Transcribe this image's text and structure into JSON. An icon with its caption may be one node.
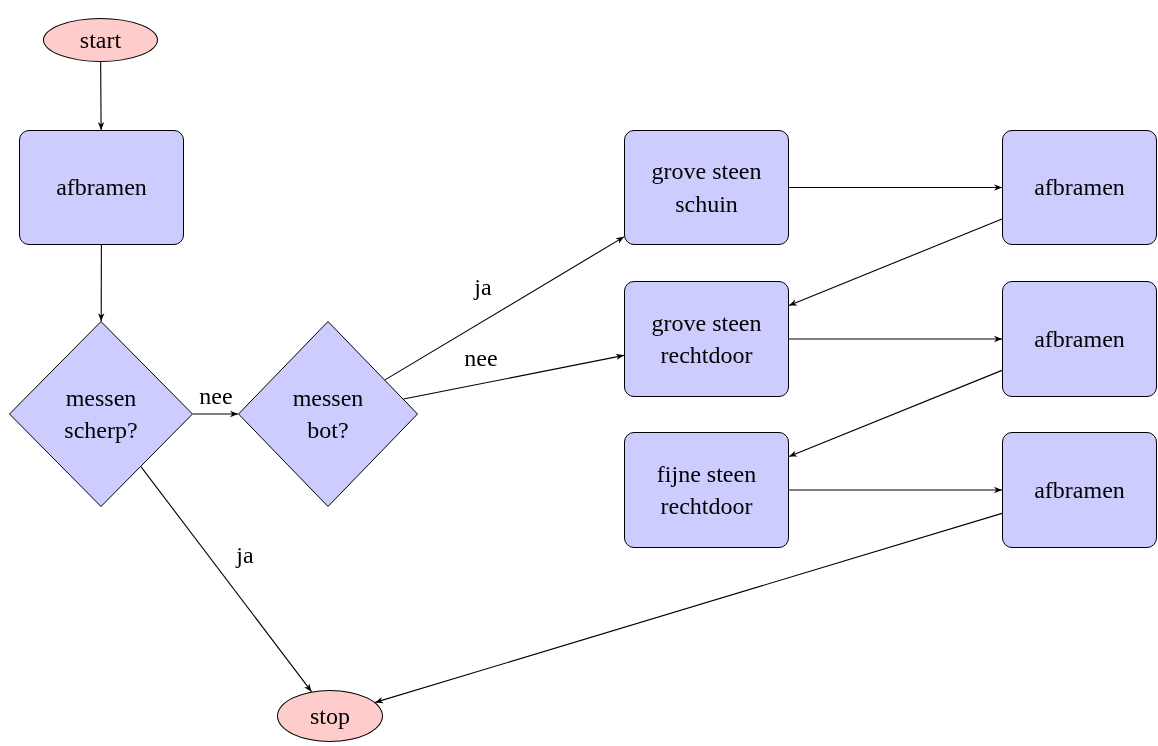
{
  "diagram": {
    "nodes": [
      {
        "text": [
          "start"
        ]
      },
      {
        "text": [
          "afbramen"
        ]
      },
      {
        "text": [
          "messen scherp?"
        ]
      },
      {
        "text": [
          "messen bot?"
        ]
      },
      {
        "text": [
          "grove steen schuin"
        ]
      },
      {
        "text": [
          "afbramen"
        ]
      },
      {
        "text": [
          "grove steen rechtdoor"
        ]
      },
      {
        "text": [
          "afbramen"
        ]
      },
      {
        "text": [
          "fijne steen rechtdoor"
        ]
      },
      {
        "text": [
          "afbramen"
        ]
      },
      {
        "text": [
          "stop"
        ]
      }
    ],
    "edges": [
      {
        "from": 0,
        "to": 1,
        "arrow": "to"
      },
      {
        "from": 1,
        "to": 2,
        "arrow": "to"
      },
      {
        "from": 2,
        "to": 3,
        "label": "nee",
        "arrow": "to"
      },
      {
        "from": 2,
        "to": 10,
        "label": "ja",
        "arrow": "to"
      },
      {
        "from": 3,
        "to": 4,
        "label": "ja",
        "arrow": "to"
      },
      {
        "from": 3,
        "to": 6,
        "label": "nee",
        "arrow": "to"
      },
      {
        "from": 4,
        "to": 5,
        "arrow": "to"
      },
      {
        "from": 5,
        "to": 6,
        "arrow": "to"
      },
      {
        "from": 6,
        "to": 7,
        "arrow": "to"
      },
      {
        "from": 7,
        "to": 8,
        "arrow": "to"
      },
      {
        "from": 8,
        "to": 9,
        "arrow": "to"
      },
      {
        "from": 9,
        "to": 10,
        "arrow": "to"
      }
    ]
  }
}
